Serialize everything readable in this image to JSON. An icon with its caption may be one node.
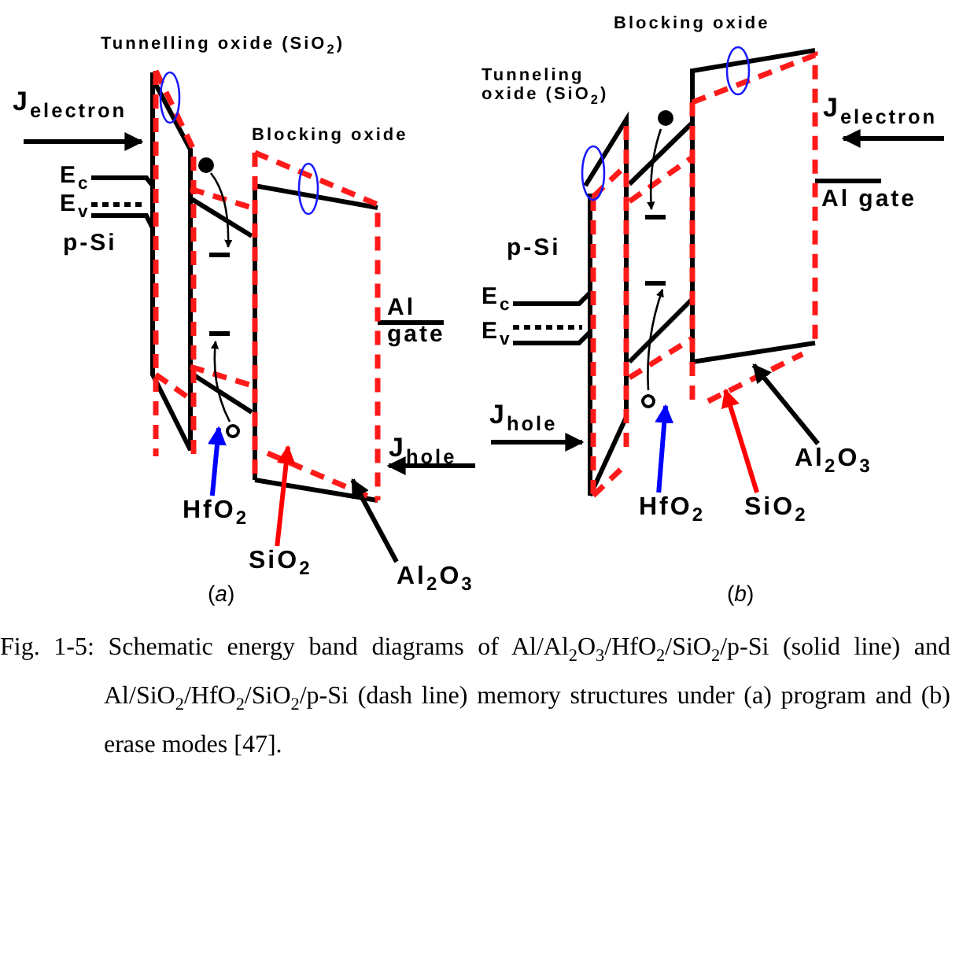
{
  "diagram": {
    "caption": "Fig. 1-5: Schematic energy band diagrams of Al/Al$_{2}$O$_{3}$/HfO$_{2}$/SiO$_{2}$/p-Si (solid line) and Al/SiO$_{2}$/HfO$_{2}$/SiO$_{2}$/p-Si (dash line) memory structures under (a) program and (b) erase modes [47].",
    "nodes": [
      {
        "text": [
          "HfO$_{2}$"
        ]
      },
      {
        "text": [
          "SiO$_{2}$"
        ]
      },
      {
        "text": [
          "Al$_{2}$O$_{3}$"
        ]
      },
      {
        "text": [
          "HfO$_{2}$"
        ]
      },
      {
        "text": [
          "SiO$_{2}$"
        ]
      },
      {
        "text": [
          "Al$_{2}$O$_{3}$"
        ]
      }
    ],
    "edges": [
      {
        "from": 0,
        "to": null,
        "arrow": "to",
        "color": "#0000ff"
      },
      {
        "from": 1,
        "to": null,
        "arrow": "to",
        "color": "#ff0000"
      },
      {
        "from": 2,
        "to": null,
        "arrow": "to",
        "color": "#000000"
      },
      {
        "from": 3,
        "to": null,
        "arrow": "to",
        "color": "#0000ff"
      },
      {
        "from": 4,
        "to": null,
        "arrow": "to",
        "color": "#ff0000"
      },
      {
        "from": 5,
        "to": null,
        "arrow": "to",
        "color": "#000000"
      }
    ],
    "labels": [
      "Tunnelling oxide (SiO$_{2}$)",
      "J$_{electron}$",
      "E$_{c}$",
      "E$_{v}$",
      "p-Si",
      "Blocking oxide",
      "Al gate",
      "J$_{hole}$",
      "(*a*)",
      "Blocking oxide",
      "Tunneling oxide (SiO$_{2}$)",
      "J$_{electron}$",
      "Al gate",
      "p-Si",
      "E$_{c}$",
      "E$_{v}$",
      "J$_{hole}$",
      "(*b*)"
    ]
  }
}
